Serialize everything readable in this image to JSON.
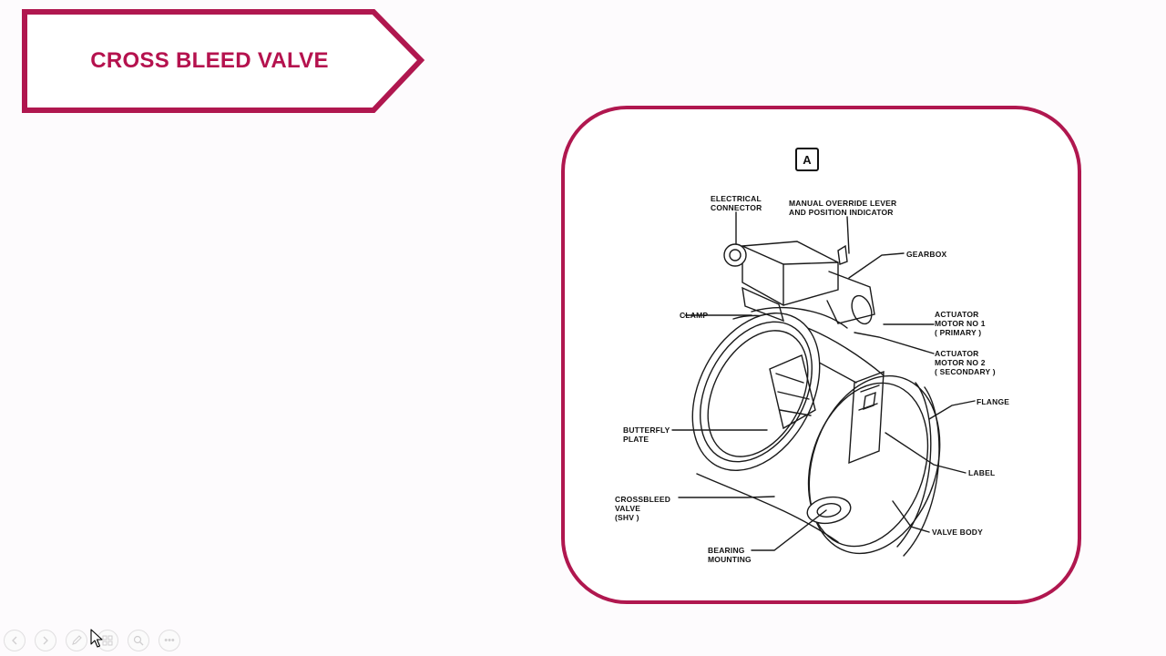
{
  "slide": {
    "title": "CROSS BLEED VALVE",
    "accent_color": "#b0174f"
  },
  "diagram": {
    "view_label": "A",
    "callouts": {
      "electrical_connector": "ELECTRICAL\nCONNECTOR",
      "manual_override": "MANUAL OVERRIDE LEVER\nAND POSITION INDICATOR",
      "gearbox": "GEARBOX",
      "clamp": "CLAMP",
      "actuator_motor_1": "ACTUATOR\nMOTOR NO 1\n( PRIMARY )",
      "actuator_motor_2": "ACTUATOR\nMOTOR NO 2\n( SECONDARY )",
      "flange": "FLANGE",
      "butterfly_plate": "BUTTERFLY\nPLATE",
      "label": "LABEL",
      "crossbleed_valve": "CROSSBLEED\nVALVE\n(SHV )",
      "valve_body": "VALVE BODY",
      "bearing_mounting": "BEARING\nMOUNTING"
    }
  },
  "toolbar": {
    "icons": [
      "previous-icon",
      "next-icon",
      "pen-icon",
      "slides-grid-icon",
      "zoom-icon",
      "more-icon"
    ],
    "more_label": "•••"
  }
}
